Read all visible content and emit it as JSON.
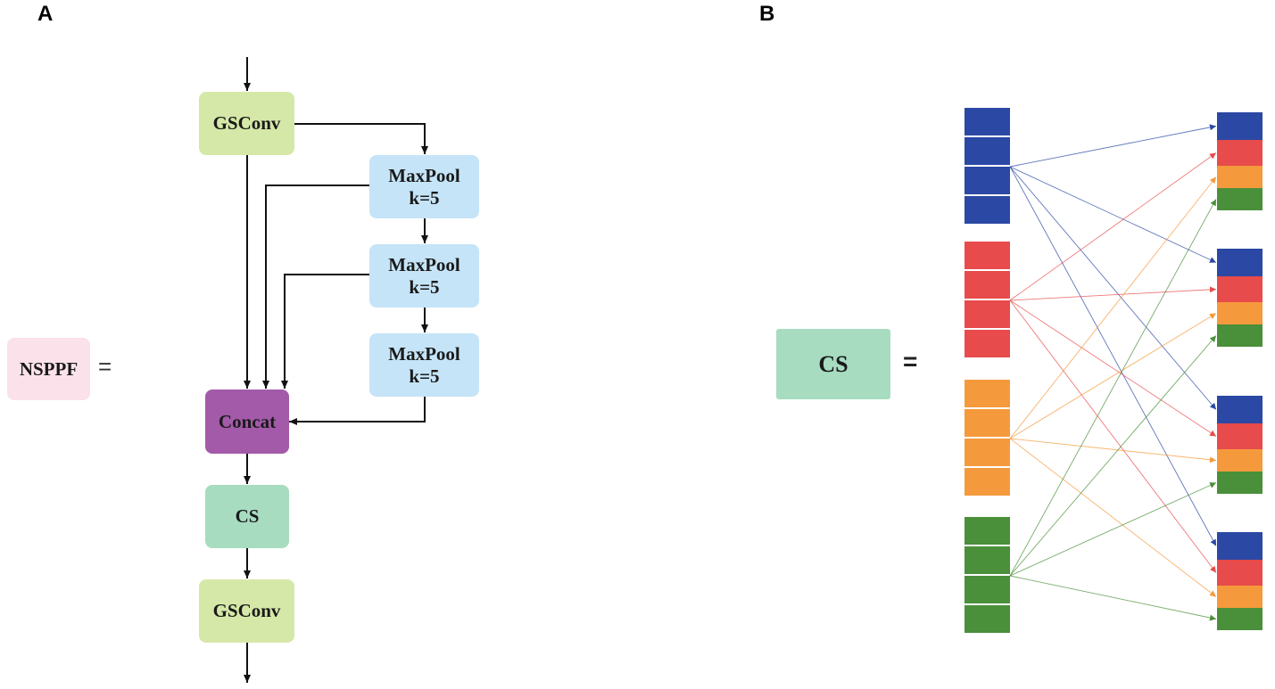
{
  "panels": {
    "a": "A",
    "b": "B"
  },
  "panel_a": {
    "nsppf_label": "NSPPF",
    "equals": "=",
    "gsconv_top": "GSConv",
    "maxpool_1": {
      "title": "MaxPool",
      "kernel": "k=5"
    },
    "maxpool_2": {
      "title": "MaxPool",
      "kernel": "k=5"
    },
    "maxpool_3": {
      "title": "MaxPool",
      "kernel": "k=5"
    },
    "concat": "Concat",
    "cs": "CS",
    "gsconv_bottom": "GSConv"
  },
  "panel_b": {
    "cs_label": "CS",
    "equals": "=",
    "group_colors": [
      "#2b48a4",
      "#e84b4b",
      "#f59a3c",
      "#4a8f3a"
    ]
  },
  "colors": {
    "nsppf_fill": "#fbe1ea",
    "gsconv_fill": "#d6e8a8",
    "maxpool_fill": "#c5e4f7",
    "concat_fill": "#a35aa8",
    "cs_fill": "#a7dcc0"
  }
}
